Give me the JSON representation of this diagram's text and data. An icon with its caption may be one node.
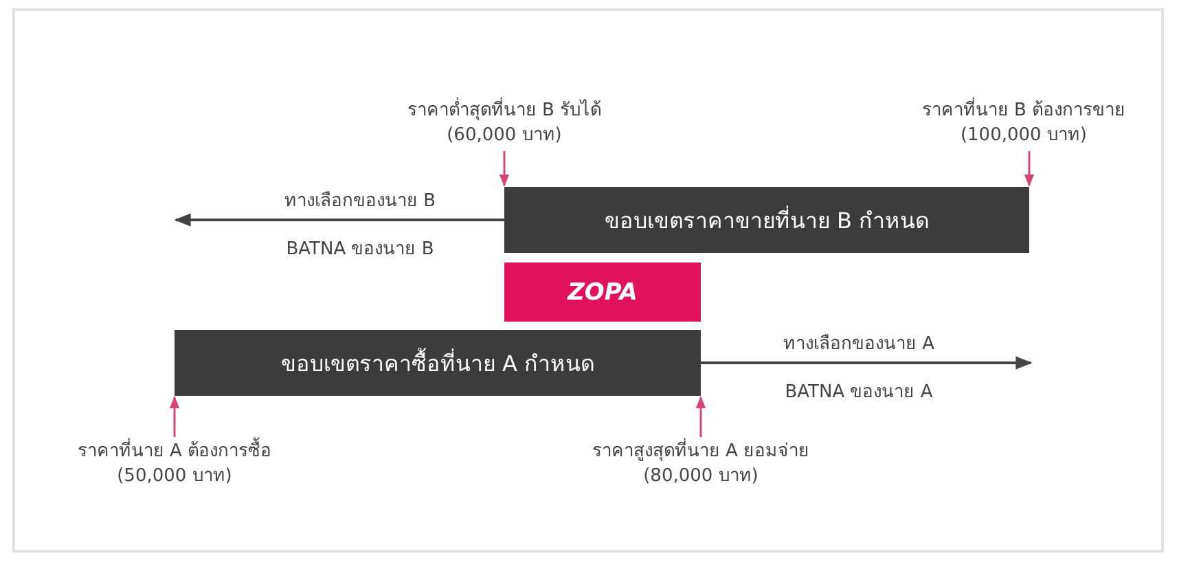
{
  "diagram": {
    "nodes": [
      {
        "text": [
          "ขอบเขตราคาขายที่นาย B กำหนด"
        ]
      },
      {
        "text": [
          "ZOPA"
        ]
      },
      {
        "text": [
          "ขอบเขตราคาซื้อที่นาย A กำหนด"
        ]
      },
      {
        "text": [
          "ราคาต่ำสุดที่นาย B รับได้",
          "(60,000 บาท)"
        ]
      },
      {
        "text": [
          "ราคาที่นาย B ต้องการขาย",
          "(100,000 บาท)"
        ]
      },
      {
        "text": [
          "ราคาที่นาย A ต้องการซื้อ",
          "(50,000 บาท)"
        ]
      },
      {
        "text": [
          "ราคาสูงสุดที่นาย A ยอมจ่าย",
          "(80,000 บาท)"
        ]
      }
    ],
    "edges": [
      {
        "from": 3,
        "to": 0,
        "arrow": "to"
      },
      {
        "from": 4,
        "to": 0,
        "arrow": "to"
      },
      {
        "from": 0,
        "to": null,
        "arrow": "to",
        "label": "ทางเลือกของนาย B",
        "color": "#444444"
      },
      {
        "from": 2,
        "to": null,
        "arrow": "to",
        "label": "ทางเลือกของนาย A",
        "color": "#444444"
      },
      {
        "from": 5,
        "to": 2,
        "arrow": "to"
      },
      {
        "from": 6,
        "to": 2,
        "arrow": "to"
      }
    ],
    "labels": [
      "BATNA ของนาย B",
      "BATNA ของนาย A"
    ]
  }
}
